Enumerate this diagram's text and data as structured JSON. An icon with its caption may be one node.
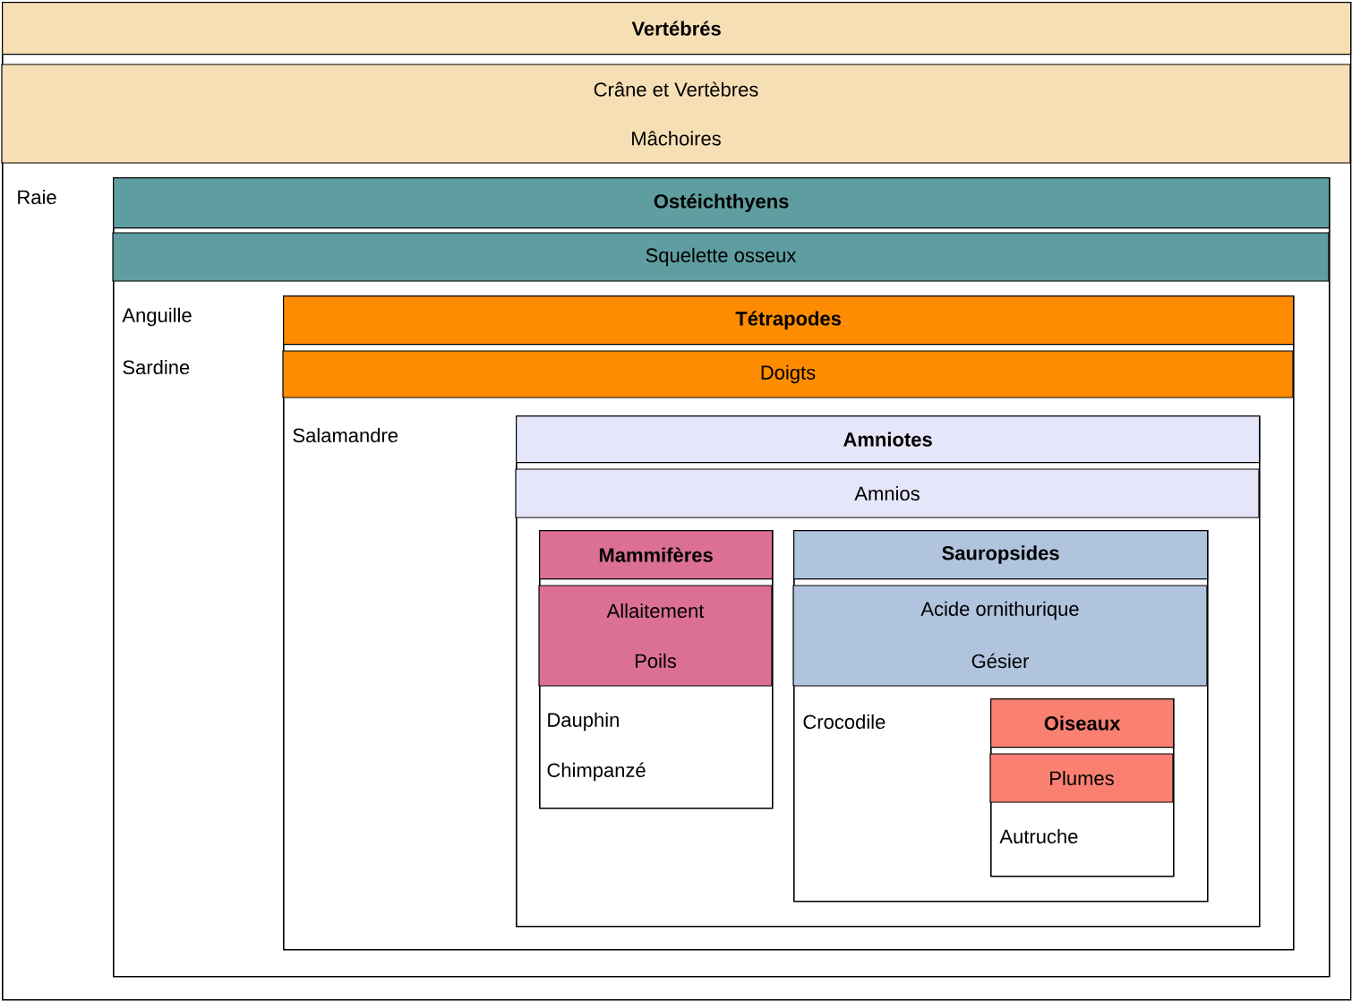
{
  "diagram": {
    "nodes": [
      {
        "text": [
          "Vertébrés",
          "Crâne et Vertèbres",
          "Mâchoires"
        ]
      },
      {
        "text": [
          "Ostéichthyens",
          "Squelette osseux"
        ],
        "in": 0
      },
      {
        "text": [
          "Tétrapodes",
          "Doigts"
        ],
        "in": 1
      },
      {
        "text": [
          "Amniotes",
          "Amnios"
        ],
        "in": 2
      },
      {
        "text": [
          "Mammifères",
          "Allaitement",
          "Poils"
        ],
        "in": 3
      },
      {
        "text": [
          "Sauropsides",
          "Acide ornithurique",
          "Gésier"
        ],
        "in": 3
      },
      {
        "text": [
          "Oiseaux",
          "Plumes"
        ],
        "in": 5
      }
    ],
    "labels": [
      "Raie",
      "Anguille",
      "Sardine",
      "Salamandre",
      "Dauphin",
      "Chimpanzé",
      "Crocodile",
      "Autruche"
    ]
  }
}
